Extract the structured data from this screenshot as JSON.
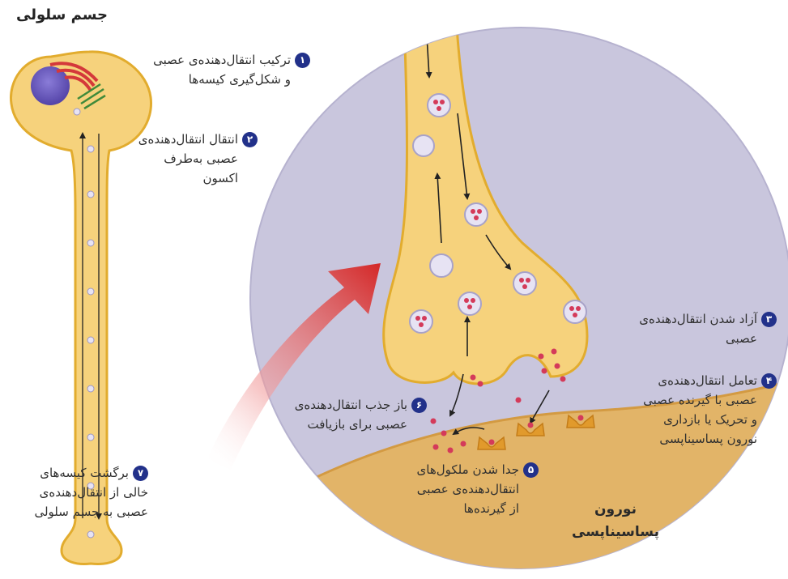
{
  "title": "جسم سلولی",
  "steps": [
    {
      "num": "۱",
      "lines": [
        "ترکیب انتقال‌دهنده‌ی عصبی",
        "و شکل‌گیری کیسه‌ها"
      ]
    },
    {
      "num": "۲",
      "lines": [
        "انتقال انتقال‌دهنده‌ی",
        "عصبی به‌طرف",
        "اکسون"
      ]
    },
    {
      "num": "۳",
      "lines": [
        "آزاد شدن انتقال‌دهنده‌ی",
        "عصبی"
      ]
    },
    {
      "num": "۴",
      "lines": [
        "تعامل انتقال‌دهنده‌ی",
        "عصبی با گیرنده عصبی",
        "و تحریک یا بازداری",
        "نورون پساسیناپسی"
      ]
    },
    {
      "num": "۵",
      "lines": [
        "جدا شدن ملکول‌های",
        "انتقال‌دهنده‌ی عصبی",
        "از گیرنده‌ها"
      ]
    },
    {
      "num": "۶",
      "lines": [
        "باز جذب انتقال‌دهنده‌ی",
        "عصبی برای بازیافت"
      ]
    },
    {
      "num": "۷",
      "lines": [
        "برگشت کیسه‌های",
        "خالی از انتقال‌دهنده‌ی",
        "عصبی به جسم سلولی"
      ]
    }
  ],
  "postsynaptic_label": [
    "نورون",
    "پساسیناپسی"
  ],
  "colors": {
    "cell_fill": "#f6d27c",
    "cell_stroke": "#e2ac2e",
    "circle_fill": "#c9c6dd",
    "postsynaptic_fill": "#e2b468",
    "receptor_fill": "#e19a2c",
    "badge": "#22318a",
    "arrow": "#d42a2a",
    "vesicle_fill": "#e7e3f3",
    "vesicle_dot": "#d43a5a"
  }
}
